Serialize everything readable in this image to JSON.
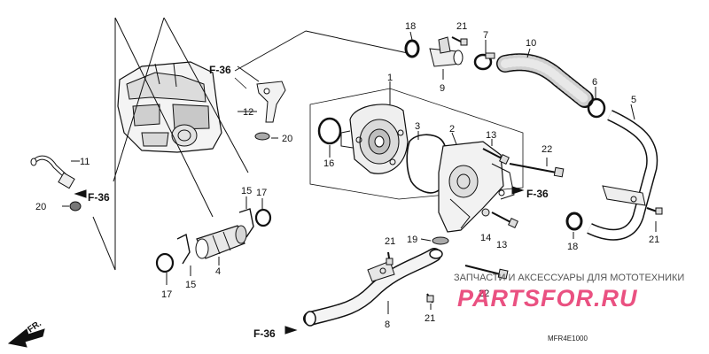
{
  "diagram": {
    "callouts": [
      {
        "id": "c1",
        "text": "1"
      },
      {
        "id": "c2",
        "text": "2"
      },
      {
        "id": "c3",
        "text": "3"
      },
      {
        "id": "c4",
        "text": "4"
      },
      {
        "id": "c5",
        "text": "5"
      },
      {
        "id": "c6",
        "text": "6"
      },
      {
        "id": "c7",
        "text": "7"
      },
      {
        "id": "c8",
        "text": "8"
      },
      {
        "id": "c9",
        "text": "9"
      },
      {
        "id": "c10",
        "text": "10"
      },
      {
        "id": "c11",
        "text": "11"
      },
      {
        "id": "c12",
        "text": "12"
      },
      {
        "id": "c13a",
        "text": "13"
      },
      {
        "id": "c13b",
        "text": "13"
      },
      {
        "id": "c14",
        "text": "14"
      },
      {
        "id": "c15a",
        "text": "15"
      },
      {
        "id": "c15b",
        "text": "15"
      },
      {
        "id": "c16",
        "text": "16"
      },
      {
        "id": "c17a",
        "text": "17"
      },
      {
        "id": "c17b",
        "text": "17"
      },
      {
        "id": "c18a",
        "text": "18"
      },
      {
        "id": "c18b",
        "text": "18"
      },
      {
        "id": "c19",
        "text": "19"
      },
      {
        "id": "c20a",
        "text": "20"
      },
      {
        "id": "c20b",
        "text": "20"
      },
      {
        "id": "c21a",
        "text": "21"
      },
      {
        "id": "c21b",
        "text": "21"
      },
      {
        "id": "c21c",
        "text": "21"
      },
      {
        "id": "c21d",
        "text": "21"
      },
      {
        "id": "c22a",
        "text": "22"
      },
      {
        "id": "c22b",
        "text": "22"
      }
    ],
    "references": [
      {
        "id": "r1",
        "text": "F-36"
      },
      {
        "id": "r2",
        "text": "F-36"
      },
      {
        "id": "r3",
        "text": "F-36"
      },
      {
        "id": "r4",
        "text": "F-36"
      }
    ],
    "direction_label": "FR.",
    "diagram_code": "MFR4E1000"
  },
  "watermark": {
    "tagline": "ЗАПЧАСТИ И АКСЕССУАРЫ ДЛЯ МОТОТЕХНИКИ",
    "logo_part1": "PARTS",
    "logo_part2": "FOR.RU",
    "logo_color": "#e6336b"
  }
}
